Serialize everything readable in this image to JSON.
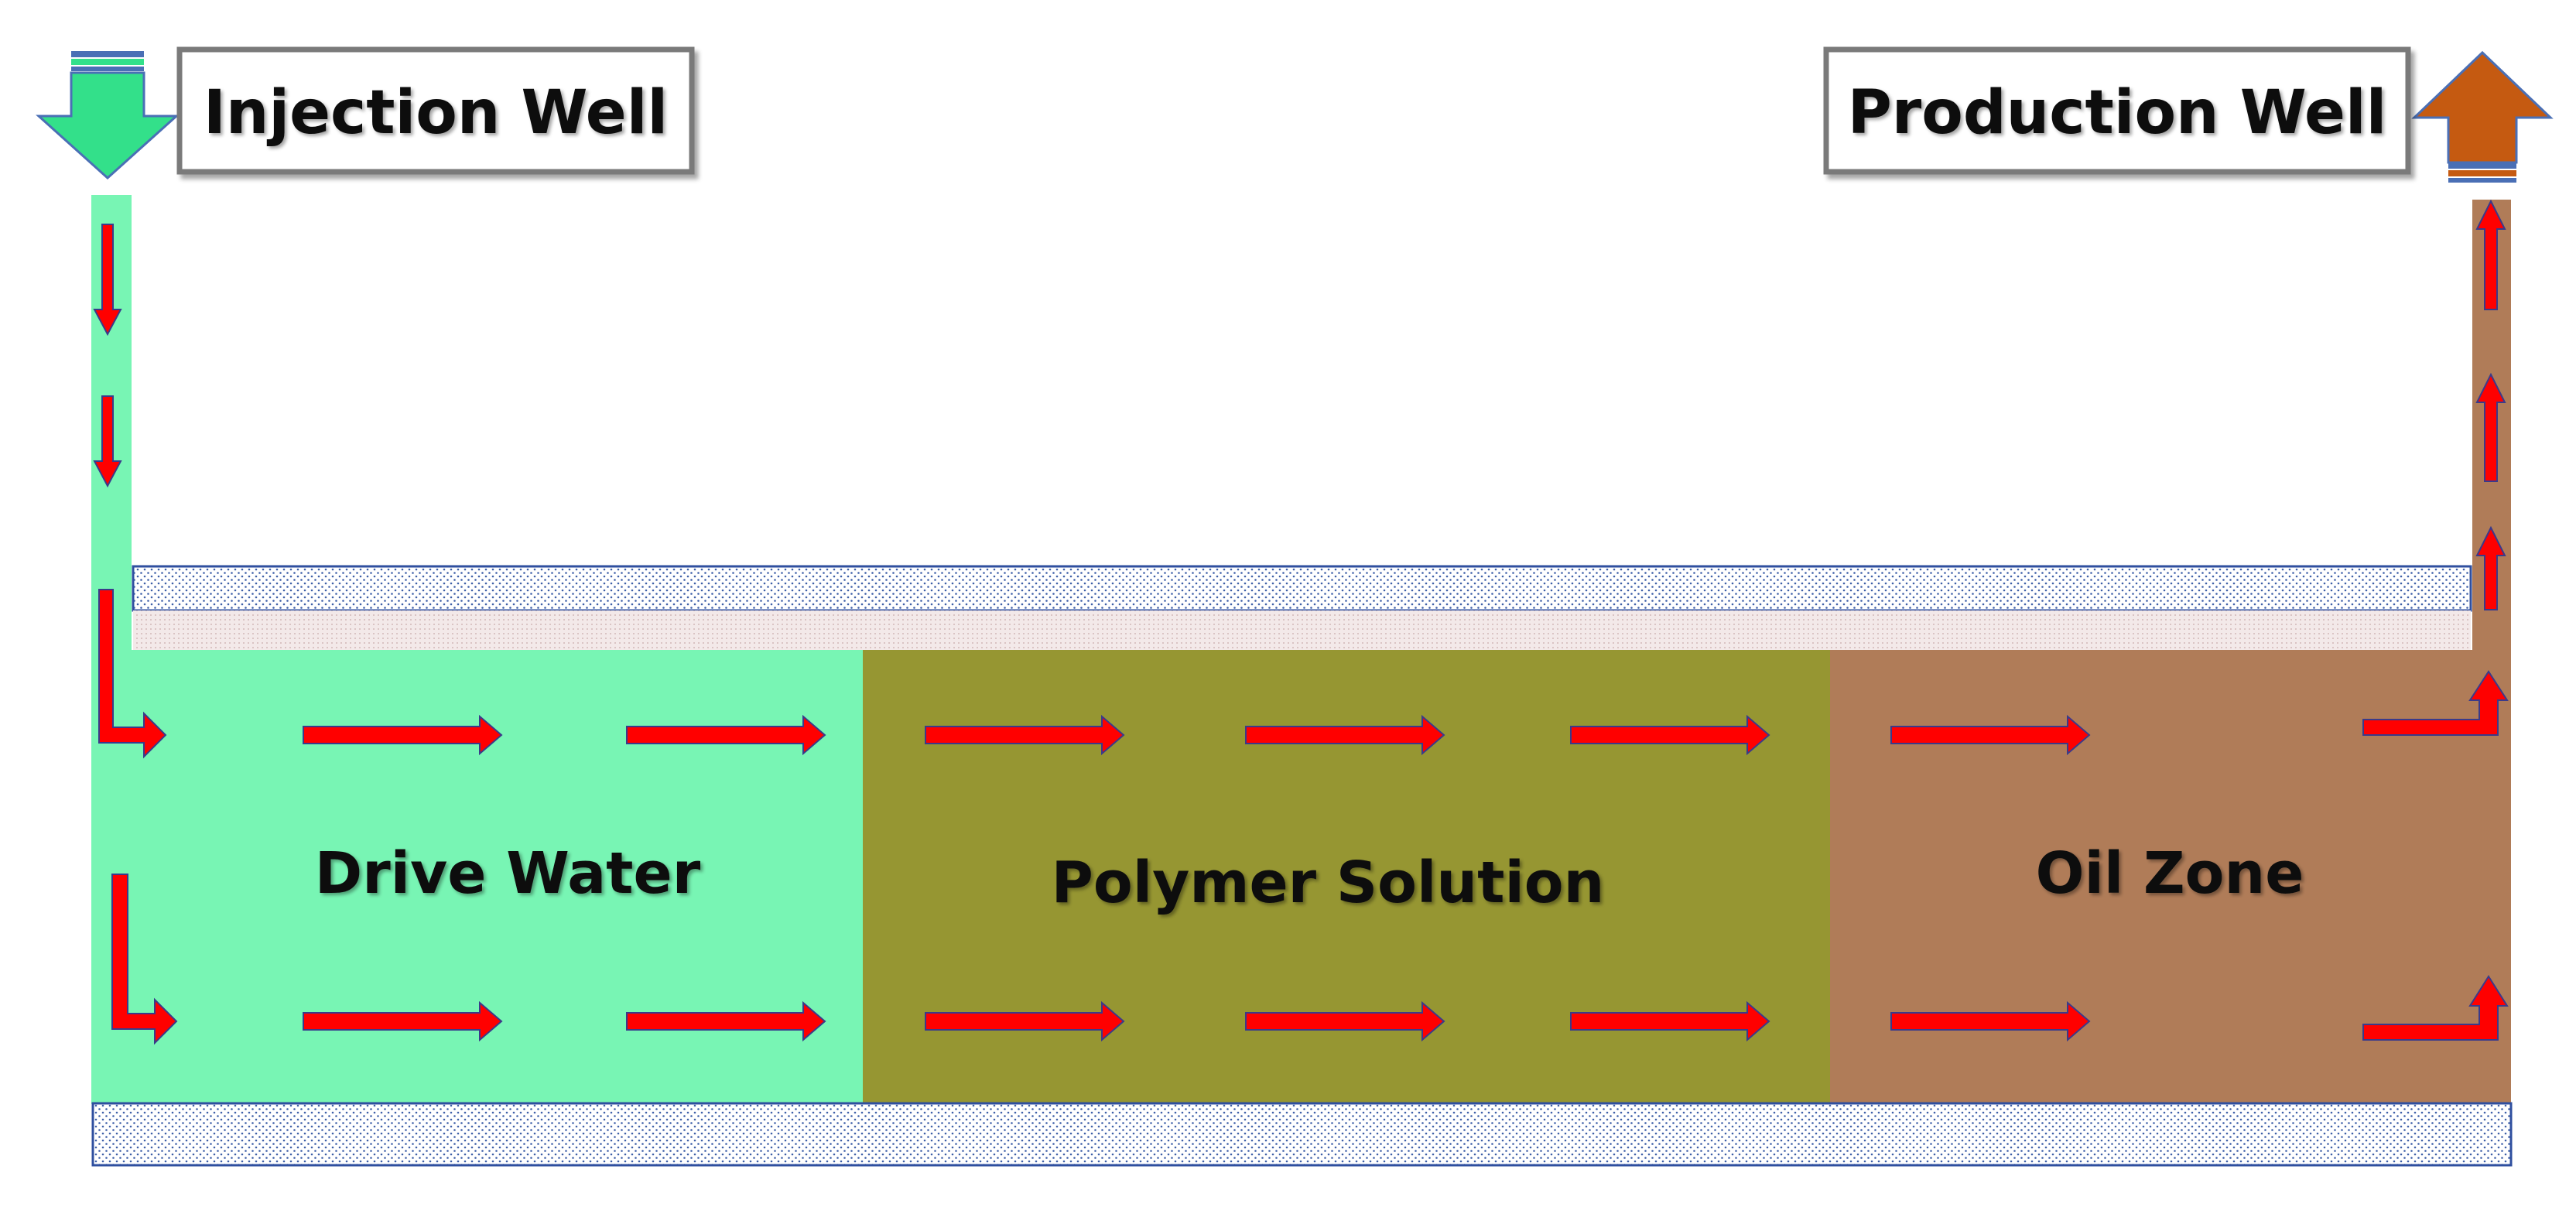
{
  "labels": {
    "injection_well": "Injection Well",
    "production_well": "Production Well",
    "drive_water": "Drive Water",
    "polymer_solution": "Polymer Solution",
    "oil_zone": "Oil Zone"
  },
  "colors": {
    "drive_water": "#78F5B4",
    "polymer_solution": "#969632",
    "oil_zone": "#B07C58",
    "injection_arrow": "#33E08A",
    "production_arrow": "#C55A11",
    "flow_arrow": "#FF0000",
    "label_border": "#7A7A7A",
    "rock_outline": "#2F4F9F",
    "seal_layer": "#F2E6E6"
  },
  "icons": {
    "injection": "down-arrow-icon",
    "production": "up-arrow-icon",
    "flow": "right-arrow-icon"
  }
}
